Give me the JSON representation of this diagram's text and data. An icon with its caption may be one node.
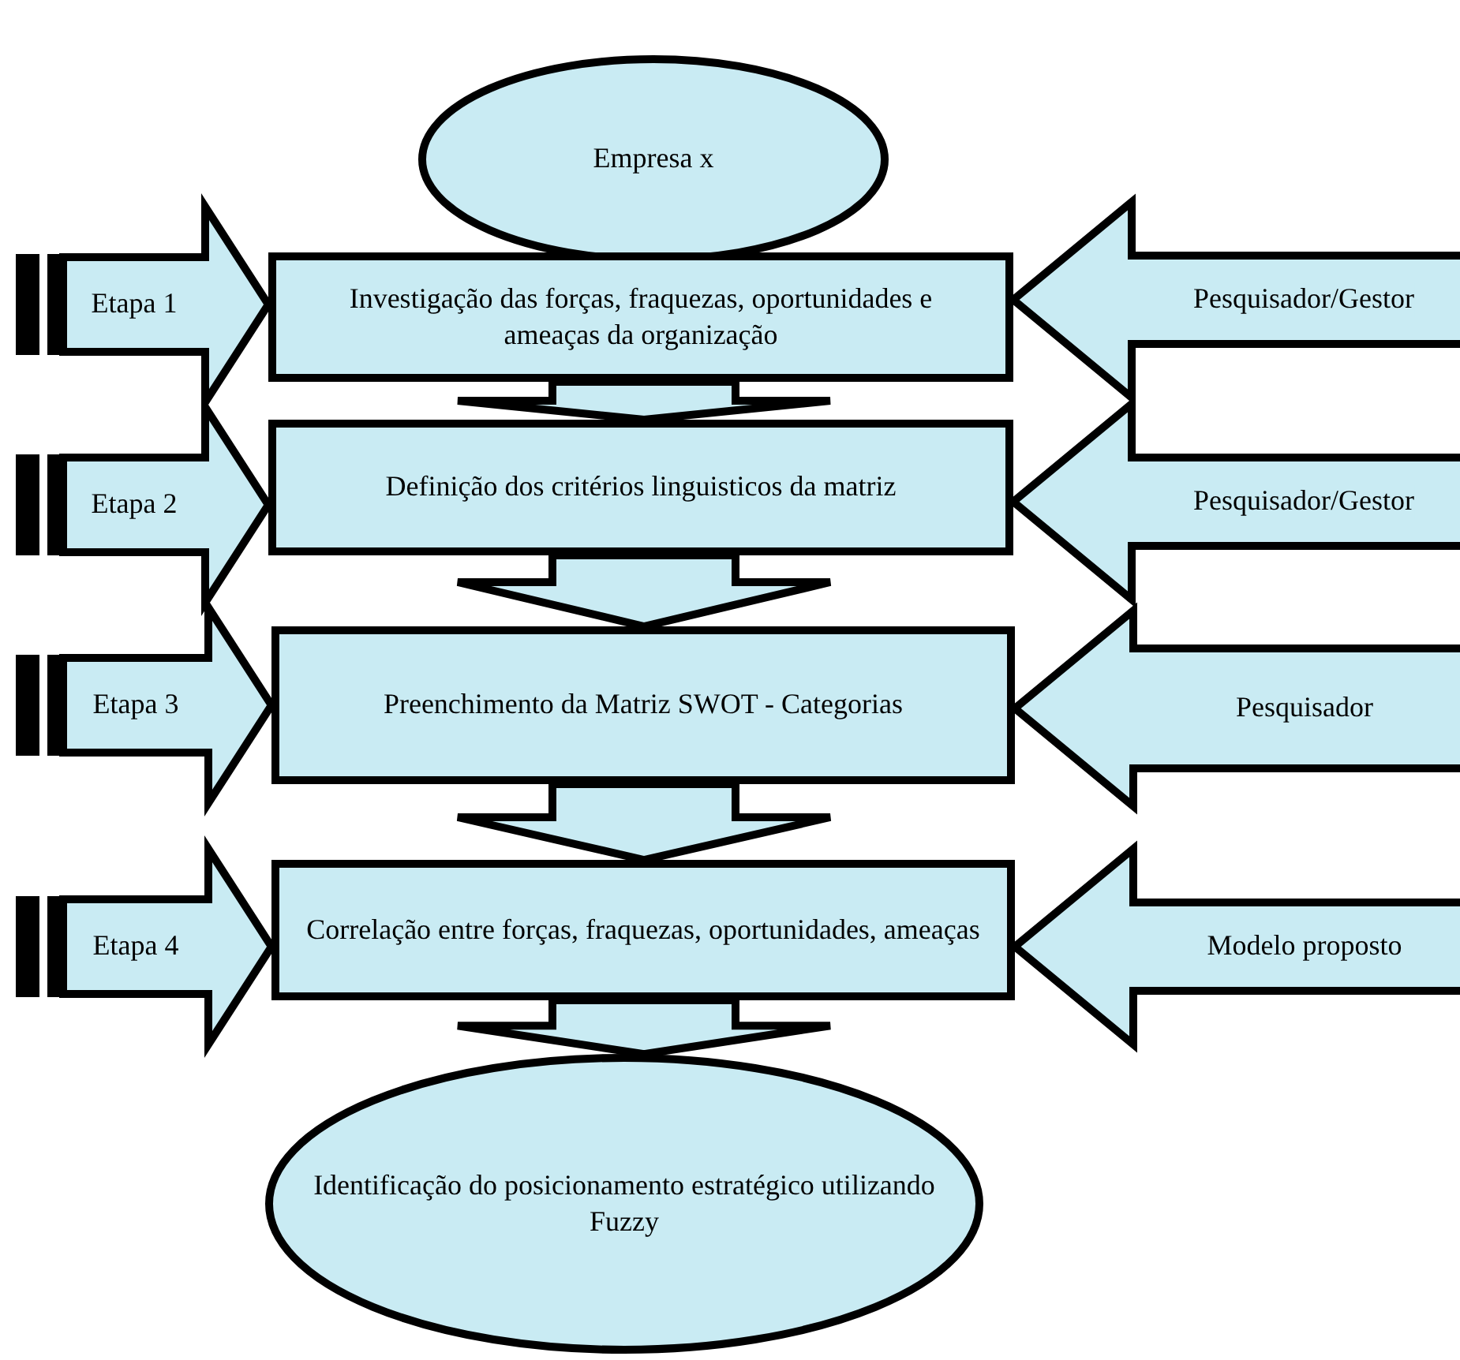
{
  "diagram": {
    "nodes": [
      {
        "text": [
          "Empresa x"
        ]
      },
      {
        "text": [
          "Investigação das forças, fraquezas, oportunidades e ameaças da organização"
        ]
      },
      {
        "text": [
          "Definição dos critérios linguisticos da matriz"
        ]
      },
      {
        "text": [
          "Preenchimento da Matriz SWOT - Categorias"
        ]
      },
      {
        "text": [
          "Correlação entre forças, fraquezas, oportunidades, ameaças"
        ]
      },
      {
        "text": [
          "Identificação do posicionamento estratégico utilizando Fuzzy"
        ]
      }
    ],
    "edges": [
      {
        "from": null,
        "to": 1,
        "arrow": "to",
        "label": "Etapa 1"
      },
      {
        "from": null,
        "to": 2,
        "arrow": "to",
        "label": "Etapa 2"
      },
      {
        "from": null,
        "to": 3,
        "arrow": "to",
        "label": "Etapa 3"
      },
      {
        "from": null,
        "to": 4,
        "arrow": "to",
        "label": "Etapa 4"
      },
      {
        "from": null,
        "to": 1,
        "arrow": "to",
        "label": "Pesquisador/Gestor"
      },
      {
        "from": null,
        "to": 2,
        "arrow": "to",
        "label": "Pesquisador/Gestor"
      },
      {
        "from": null,
        "to": 3,
        "arrow": "to",
        "label": "Pesquisador"
      },
      {
        "from": null,
        "to": 4,
        "arrow": "to",
        "label": "Modelo proposto"
      },
      {
        "from": 1,
        "to": 2,
        "arrow": "to"
      },
      {
        "from": 2,
        "to": 3,
        "arrow": "to"
      },
      {
        "from": 3,
        "to": 4,
        "arrow": "to"
      },
      {
        "from": 4,
        "to": 5,
        "arrow": "to"
      }
    ]
  }
}
